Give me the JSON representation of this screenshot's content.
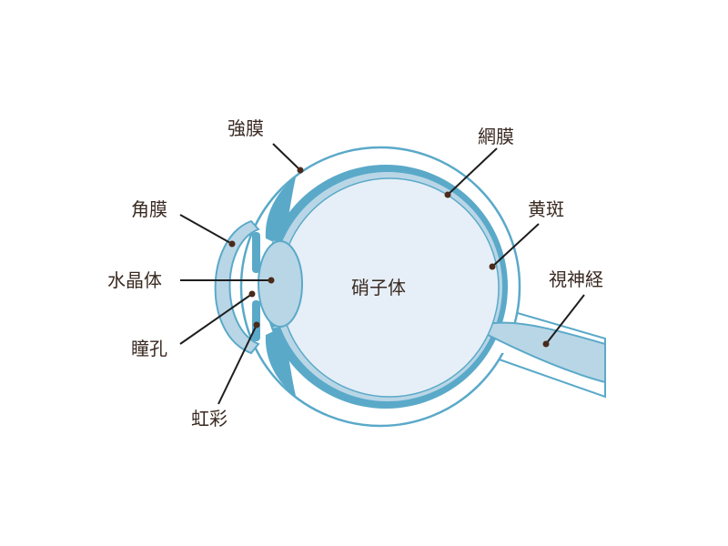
{
  "labels": {
    "sclera": "強膜",
    "retina": "網膜",
    "cornea": "角膜",
    "macula": "黄斑",
    "lens": "水晶体",
    "vitreous": "硝子体",
    "optic_nerve": "視神経",
    "pupil": "瞳孔",
    "iris": "虹彩"
  },
  "colors": {
    "outline": "#5aa9c9",
    "vitreous": "#e6eff7",
    "tissue": "#b9d6e6",
    "leader": "#1e1e1e",
    "dot": "#4a2a1a"
  }
}
